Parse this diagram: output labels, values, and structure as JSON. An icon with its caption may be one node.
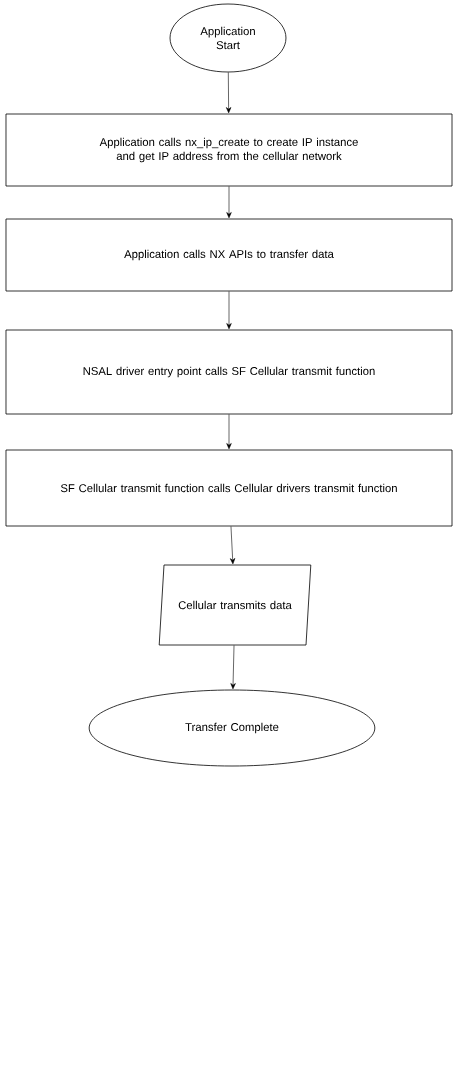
{
  "diagram": {
    "nodes": [
      {
        "text": [
          "Application Start"
        ]
      },
      {
        "text": [
          "Application calls nx_ip_create to create IP instance and get IP address from the cellular network"
        ]
      },
      {
        "text": [
          "Application calls NX APIs to transfer data"
        ]
      },
      {
        "text": [
          "NSAL driver entry point calls SF Cellular transmit function"
        ]
      },
      {
        "text": [
          "SF Cellular transmit function calls Cellular drivers transmit function"
        ]
      },
      {
        "text": [
          "Cellular transmits data"
        ]
      },
      {
        "text": [
          "Transfer Complete"
        ]
      }
    ],
    "edges": [
      {
        "from": 0,
        "to": 1,
        "arrow": "to"
      },
      {
        "from": 1,
        "to": 2,
        "arrow": "to"
      },
      {
        "from": 2,
        "to": 3,
        "arrow": "to"
      },
      {
        "from": 3,
        "to": 4,
        "arrow": "to"
      },
      {
        "from": 4,
        "to": 5,
        "arrow": "to"
      },
      {
        "from": 5,
        "to": 6,
        "arrow": "to"
      }
    ]
  }
}
